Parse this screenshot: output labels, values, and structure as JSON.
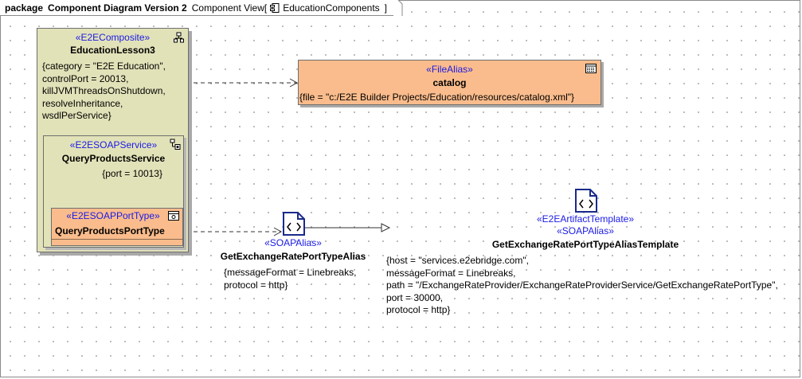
{
  "frame": {
    "kind": "package",
    "title": "Component Diagram Version 2",
    "view": "Component View",
    "bracket_open": "[",
    "element": "EducationComponents",
    "bracket_close": "]"
  },
  "composite": {
    "stereotype": "«E2EComposite»",
    "name": "EducationLesson3",
    "properties": "{category = \"E2E Education\",\ncontrolPort = 20013,\nkillJVMThreadsOnShutdown,\nresolveInheritance,\nwsdlPerService}",
    "icon": "composite-icon"
  },
  "service": {
    "stereotype": "«E2ESOAPService»",
    "name": "QueryProductsService",
    "properties": "{port = 10013}",
    "icon": "service-icon"
  },
  "port_type": {
    "stereotype": "«E2ESOAPPortType»",
    "name": "QueryProductsPortType",
    "icon": "port-type-icon"
  },
  "file_alias": {
    "stereotype": "«FileAlias»",
    "name": "catalog",
    "properties": "{file = \"c:/E2E Builder Projects/Education/resources/catalog.xml\"}",
    "icon": "file-alias-icon"
  },
  "soap_alias": {
    "stereotype": "«SOAPAlias»",
    "name": "GetExchangeRatePortTypeAlias",
    "properties": "{messageFormat = Linebreaks,\nprotocol = http}",
    "icon": "artifact-icon"
  },
  "template": {
    "stereotype1": "«E2EArtifactTemplate»",
    "stereotype2": "«SOAPAlias»",
    "name": "GetExchangeRatePortTypeAliasTemplate",
    "properties": "{host = \"services.e2ebridge.com\",\nmessageFormat = Linebreaks,\npath = \"/ExchangeRateProvider/ExchangeRateProviderService/GetExchangeRatePortType\",\nport = 30000,\nprotocol = http}",
    "icon": "artifact-icon"
  },
  "colors": {
    "composite_fill": "#e2e2b9",
    "alias_fill": "#fabc8c",
    "stereotype_text": "#1a1ae6"
  }
}
